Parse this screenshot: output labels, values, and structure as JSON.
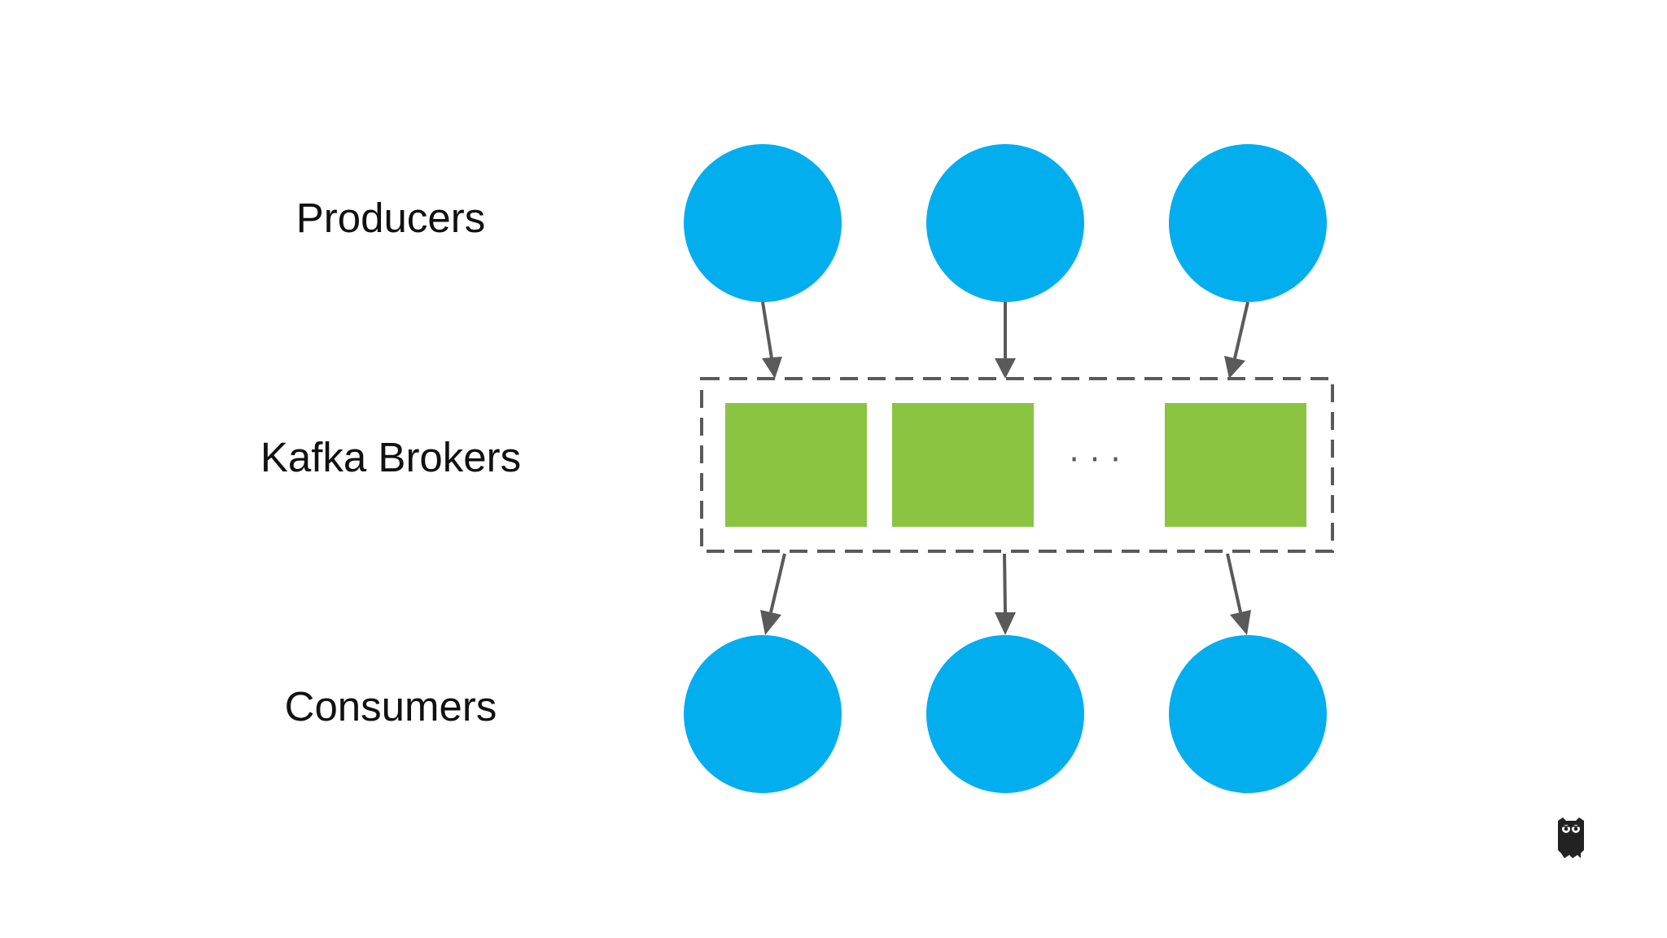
{
  "labels": {
    "producers": "Producers",
    "brokers": "Kafka Brokers",
    "consumers": "Consumers"
  },
  "brokers": {
    "ellipsis": "· · ·"
  },
  "colors": {
    "node": "#03AEEF",
    "broker": "#8BC441",
    "arrow": "#5A5A5A",
    "cluster_border": "#5A5A5A",
    "text": "#111111"
  },
  "icons": {
    "watermark": "owl-logo-icon"
  }
}
